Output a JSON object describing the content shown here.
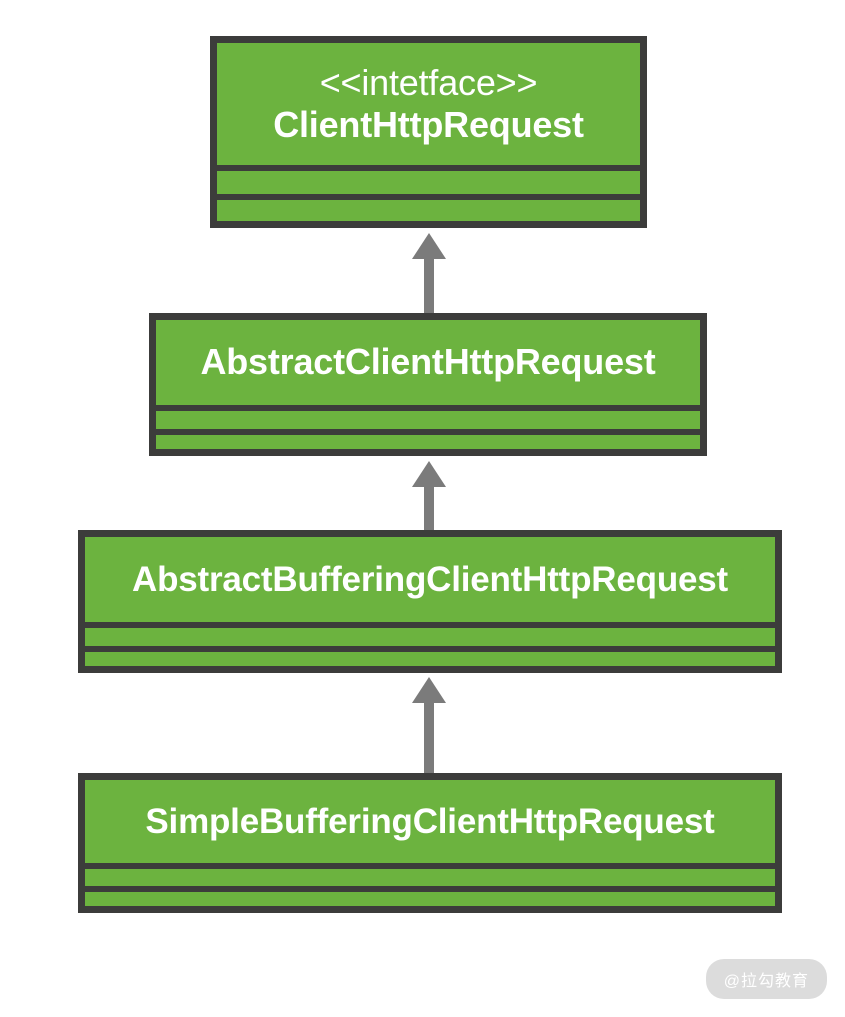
{
  "diagram": {
    "type": "uml-class-diagram",
    "title": "ClientHttpRequest class hierarchy",
    "colors": {
      "class_fill": "#6cb33f",
      "class_border": "#3c3c3b",
      "class_text": "#ffffff",
      "arrow": "#7b7b7b",
      "background": "#ffffff",
      "watermark_pill": "#dcdcdc",
      "watermark_text": "#ffffff"
    },
    "classes": [
      {
        "id": "client-http-request",
        "stereotype": "<<intetface>>",
        "name": "ClientHttpRequest",
        "attributes": [],
        "methods": []
      },
      {
        "id": "abstract-client-http-request",
        "stereotype": "",
        "name": "AbstractClientHttpRequest",
        "attributes": [],
        "methods": []
      },
      {
        "id": "abstract-buffering-client-http-request",
        "stereotype": "",
        "name": "AbstractBufferingClientHttpRequest",
        "attributes": [],
        "methods": []
      },
      {
        "id": "simple-buffering-client-http-request",
        "stereotype": "",
        "name": "SimpleBufferingClientHttpRequest",
        "attributes": [],
        "methods": []
      }
    ],
    "relationships": [
      {
        "kind": "generalization",
        "from": "abstract-client-http-request",
        "to": "client-http-request",
        "arrow_glyph": "▲"
      },
      {
        "kind": "generalization",
        "from": "abstract-buffering-client-http-request",
        "to": "abstract-client-http-request",
        "arrow_glyph": "▲"
      },
      {
        "kind": "generalization",
        "from": "simple-buffering-client-http-request",
        "to": "abstract-buffering-client-http-request",
        "arrow_glyph": "▲"
      }
    ]
  },
  "watermark": {
    "text": "@拉勾教育"
  }
}
